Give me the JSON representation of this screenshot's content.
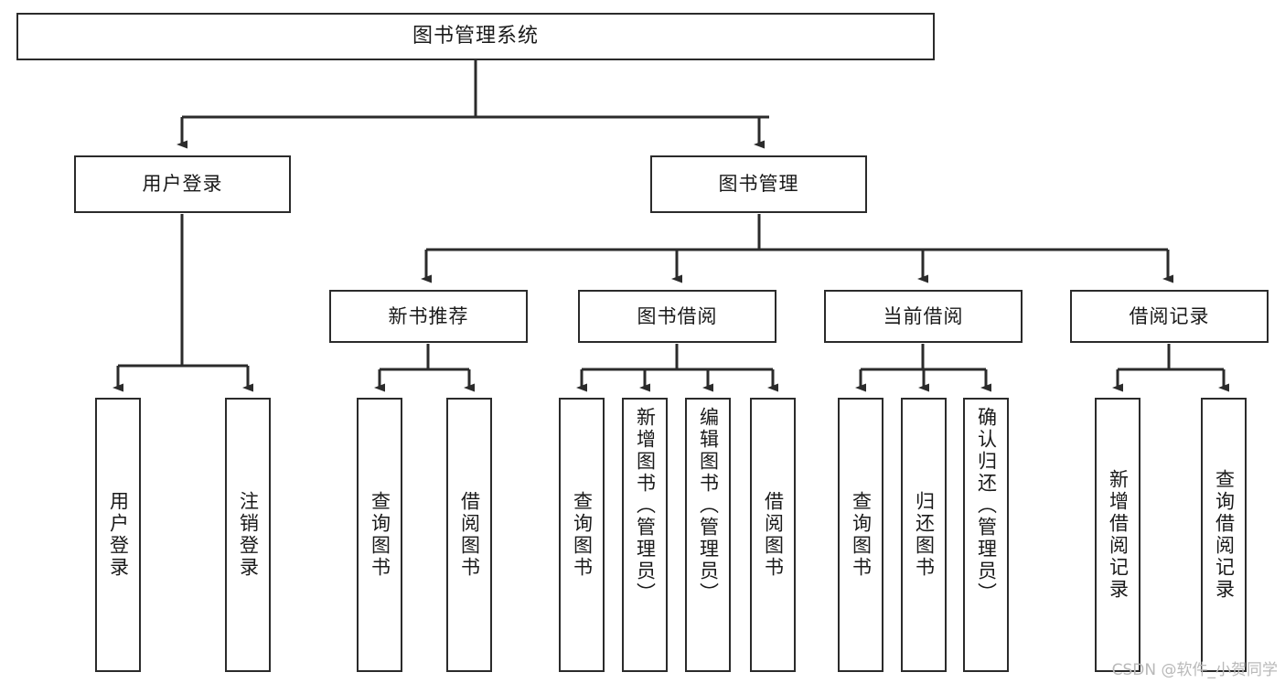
{
  "diagram": {
    "type": "tree",
    "title": "图书管理系统",
    "root": {
      "id": "root",
      "label": "图书管理系统"
    },
    "level2": [
      {
        "id": "user-login",
        "label": "用户登录"
      },
      {
        "id": "book-manage",
        "label": "图书管理"
      }
    ],
    "level3": [
      {
        "id": "new-book-rec",
        "label": "新书推荐"
      },
      {
        "id": "book-borrow",
        "label": "图书借阅"
      },
      {
        "id": "current-borrow",
        "label": "当前借阅"
      },
      {
        "id": "borrow-record",
        "label": "借阅记录"
      }
    ],
    "leaves": [
      {
        "id": "leaf-user-login",
        "label": "用户登录",
        "parent": "user-login"
      },
      {
        "id": "leaf-logout",
        "label": "注销登录",
        "parent": "user-login"
      },
      {
        "id": "leaf-query-book-1",
        "label": "查询图书",
        "parent": "new-book-rec"
      },
      {
        "id": "leaf-borrow-book-1",
        "label": "借阅图书",
        "parent": "new-book-rec"
      },
      {
        "id": "leaf-query-book-2",
        "label": "查询图书",
        "parent": "book-borrow"
      },
      {
        "id": "leaf-add-book",
        "label": "新增图书（管理员）",
        "parent": "book-borrow"
      },
      {
        "id": "leaf-edit-book",
        "label": "编辑图书（管理员）",
        "parent": "book-borrow"
      },
      {
        "id": "leaf-borrow-book-2",
        "label": "借阅图书",
        "parent": "book-borrow"
      },
      {
        "id": "leaf-query-book-3",
        "label": "查询图书",
        "parent": "current-borrow"
      },
      {
        "id": "leaf-return-book",
        "label": "归还图书",
        "parent": "current-borrow"
      },
      {
        "id": "leaf-confirm-return",
        "label": "确认归还（管理员）",
        "parent": "current-borrow"
      },
      {
        "id": "leaf-add-record",
        "label": "新增借阅记录",
        "parent": "borrow-record"
      },
      {
        "id": "leaf-query-record",
        "label": "查询借阅记录",
        "parent": "borrow-record"
      }
    ],
    "colors": {
      "node_border": "#2b2b2b",
      "node_fill": "#ffffff",
      "edge": "#2b2b2b",
      "text": "#1a1a1a",
      "watermark": "#b9b9b9",
      "background": "#ffffff"
    }
  },
  "watermark": {
    "text": "CSDN @软件_小贺同学"
  }
}
